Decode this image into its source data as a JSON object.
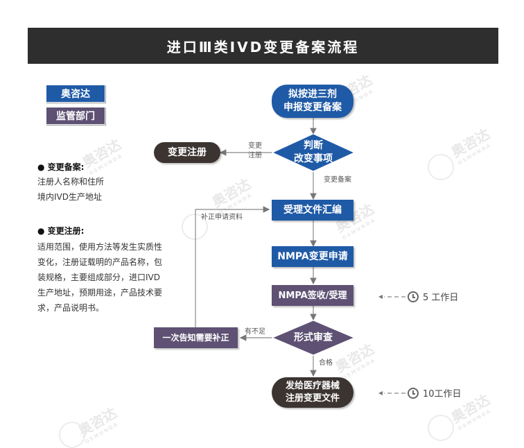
{
  "title": "进口Ⅲ类IVD变更备案流程",
  "legend": {
    "osmunda": "奥咨达",
    "regulator": "监管部门"
  },
  "sidebar": {
    "record_heading": "变更备案:",
    "record_lines": [
      "注册人名称和住所",
      "境内IVD生产地址"
    ],
    "registration_heading": "变更注册:",
    "registration_lines": [
      "适用范围，使用方法等发生实质性",
      "变化，注册证载明的产品名称，包",
      "装规格，主要组成部分，进口IVD",
      "生产地址，预期用途，产品技术要",
      "求，产品说明书。"
    ]
  },
  "flow": {
    "start": [
      "拟按进三剂",
      "申报变更备案"
    ],
    "judge": [
      "判断",
      "改变事项"
    ],
    "change_registration": "变更注册",
    "branch_registration": [
      "变更",
      "注册"
    ],
    "branch_record": "变更备案",
    "receive": "受理文件汇编",
    "supplement": "补正申请资料",
    "nmpa_apply": "NMPA变更申请",
    "nmpa_accept": "NMPA签收/受理",
    "review": "形式审查",
    "insufficient": "有不足",
    "notify": "一次告知需要补正",
    "pass": "合格",
    "issue": [
      "发给医疗器械",
      "注册变更文件"
    ]
  },
  "timing": {
    "accept_days": "5 工作日",
    "issue_days": "10工作日"
  },
  "watermark": {
    "text": "奥咨达",
    "sub": "OSMUNDA"
  },
  "colors": {
    "blue": "#1f5aa6",
    "purple": "#5e5173",
    "dark": "#3c3431",
    "title": "#2e2e2e"
  }
}
